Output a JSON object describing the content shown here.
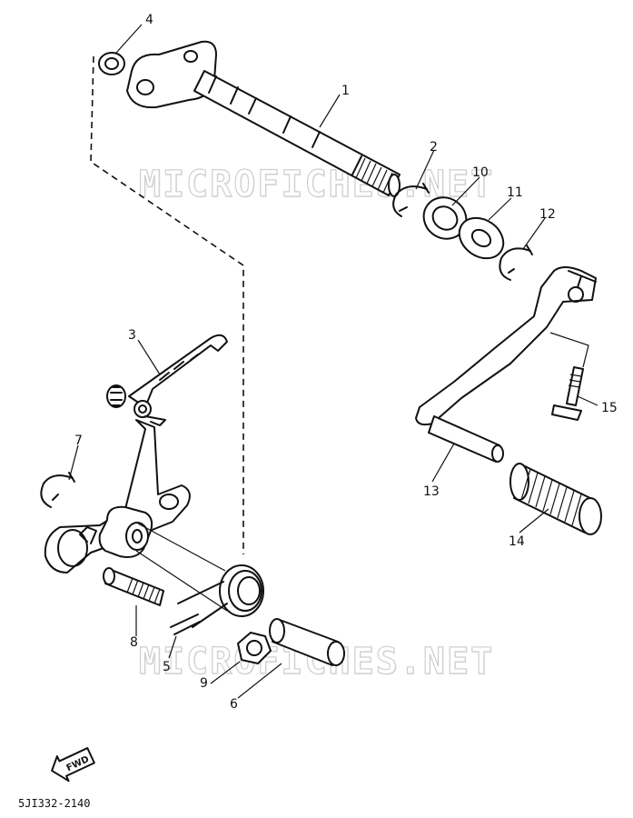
{
  "watermark": {
    "top": "MICROFICHES.NET",
    "bottom": "MICROFICHES.NET"
  },
  "callouts": {
    "c1": "1",
    "c2": "2",
    "c3": "3",
    "c4": "4",
    "c5": "5",
    "c6": "6",
    "c7": "7",
    "c8": "8",
    "c9": "9",
    "c10": "10",
    "c11": "11",
    "c12": "12",
    "c13": "13",
    "c14": "14",
    "c15": "15"
  },
  "fwd_label": "FWD",
  "part_code": "5JI332-2140"
}
